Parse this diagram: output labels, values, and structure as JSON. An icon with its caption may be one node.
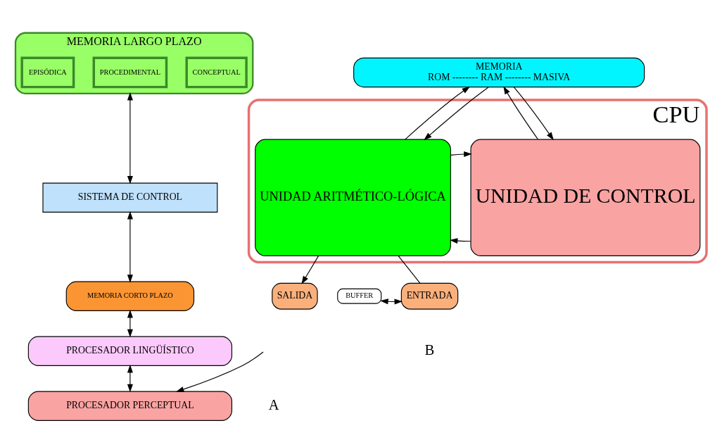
{
  "diagram": {
    "nodes": [
      {
        "text": [
          "MEMORIA LARGO PLAZO"
        ]
      },
      {
        "text": [
          "CONCEPTUAL"
        ],
        "in": 0
      },
      {
        "text": [
          "PROCEDIMENTAL"
        ],
        "in": 0
      },
      {
        "text": [
          "EPISÓDICA"
        ],
        "in": 0
      },
      {
        "text": [
          "SISTEMA DE CONTROL"
        ]
      },
      {
        "text": [
          "MEMORIA CORTO PLAZO"
        ]
      },
      {
        "text": [
          "PROCESADOR LINGÜÍSTICO"
        ]
      },
      {
        "text": [
          "PROCESADOR PERCEPTUAL"
        ]
      },
      {
        "text": [
          "MEMORIA",
          "ROM -------- RAM -------- MASIVA"
        ]
      },
      {
        "text": [
          "CPU"
        ]
      },
      {
        "text": [
          "UNIDAD DE CONTROL"
        ],
        "in": 9
      },
      {
        "text": [
          "UNIDAD ARITMÉTICO-LÓGICA"
        ],
        "in": 9
      },
      {
        "text": [
          "BUFFER"
        ]
      },
      {
        "text": [
          "ENTRADA"
        ]
      },
      {
        "text": [
          "SALIDA"
        ]
      }
    ],
    "edges": [
      {
        "from": 0,
        "to": 4,
        "arrow": "both"
      },
      {
        "from": 4,
        "to": 5,
        "arrow": "both"
      },
      {
        "from": 5,
        "to": 6,
        "arrow": "both"
      },
      {
        "from": 6,
        "to": 7,
        "arrow": "both"
      },
      {
        "from": null,
        "to": 7,
        "arrow": "to"
      },
      {
        "from": 10,
        "to": 8,
        "arrow": "to"
      },
      {
        "from": 8,
        "to": 10,
        "arrow": "to"
      },
      {
        "from": 11,
        "to": 8,
        "arrow": "to"
      },
      {
        "from": 8,
        "to": 11,
        "arrow": "to"
      },
      {
        "from": 10,
        "to": 11,
        "arrow": "to"
      },
      {
        "from": 11,
        "to": 10,
        "arrow": "to"
      },
      {
        "from": 11,
        "to": 13,
        "arrow": "none"
      },
      {
        "from": 11,
        "to": 14,
        "arrow": "to"
      },
      {
        "from": 12,
        "to": 13,
        "arrow": "both"
      }
    ],
    "labels": [
      "A",
      "B"
    ]
  }
}
